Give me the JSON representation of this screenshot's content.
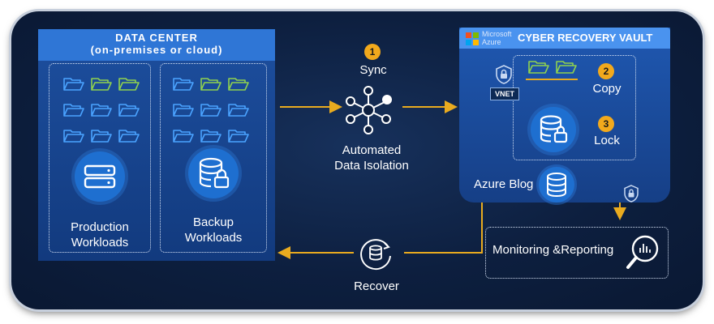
{
  "data_center": {
    "title": "DATA CENTER",
    "subtitle": "(on-premises or cloud)",
    "production_label_1": "Production",
    "production_label_2": "Workloads",
    "backup_label_1": "Backup",
    "backup_label_2": "Workloads"
  },
  "sync": {
    "step": "1",
    "label": "Sync",
    "center_label_1": "Automated",
    "center_label_2": "Data Isolation"
  },
  "vault": {
    "brand_1": "Microsoft",
    "brand_2": "Azure",
    "title": "CYBER RECOVERY VAULT",
    "vnet": "VNET",
    "copy_step": "2",
    "copy_label": "Copy",
    "lock_step": "3",
    "lock_label": "Lock",
    "blob_label": "Azure Blog"
  },
  "monitoring": {
    "label": "Monitoring &Reporting"
  },
  "recover": {
    "label": "Recover"
  },
  "colors": {
    "background": "#0d1f3f",
    "panel": "#1d4f9f",
    "header": "#2f76d6",
    "arrow": "#e9ab1f",
    "badge": "#f2a91c",
    "folder_green": "#8fd14f",
    "folder_blue": "#4aa3ff"
  }
}
